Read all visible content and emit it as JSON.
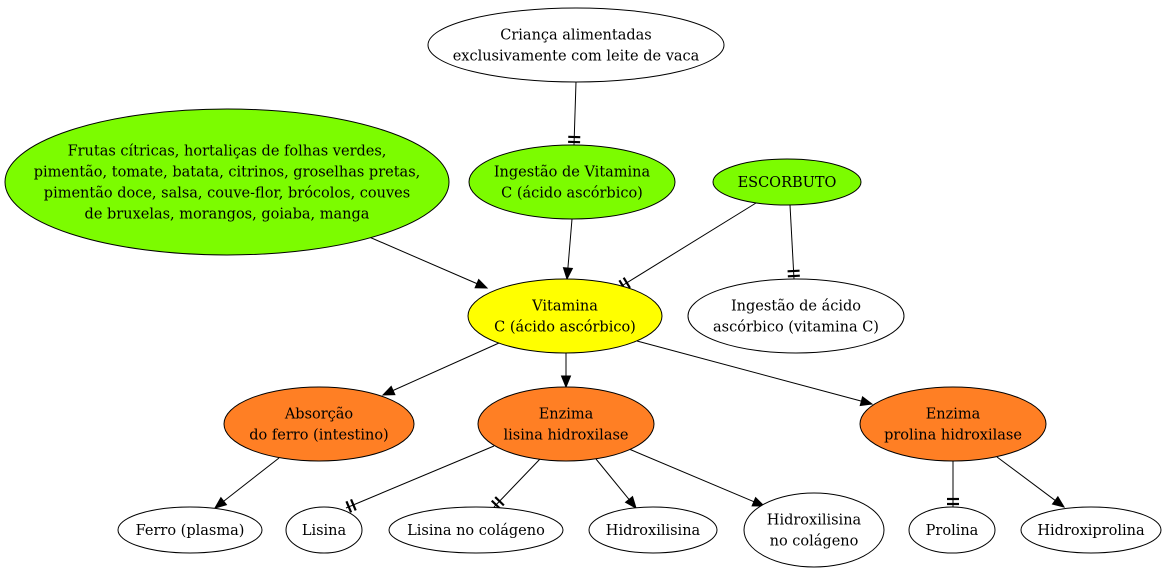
{
  "colors": {
    "green": "#7cfc00",
    "yellow": "#ffff00",
    "orange": "#ff7f24",
    "white": "#ffffff"
  },
  "nodes": {
    "crianca": {
      "lines": [
        "Criança alimentadas",
        "exclusivamente com leite de vaca"
      ],
      "color": "white"
    },
    "frutas": {
      "lines": [
        "Frutas cítricas, hortaliças de folhas verdes,",
        "pimentão, tomate, batata, citrinos, groselhas pretas,",
        "pimentão doce, salsa, couve-flor, brócolos, couves",
        "de bruxelas, morangos, goiaba, manga"
      ],
      "color": "green"
    },
    "ingestao_vitc": {
      "lines": [
        "Ingestão de Vitamina",
        "C (ácido ascórbico)"
      ],
      "color": "green"
    },
    "escorbuto": {
      "lines": [
        "ESCORBUTO"
      ],
      "color": "green"
    },
    "vitamina_c": {
      "lines": [
        "Vitamina",
        "C (ácido ascórbico)"
      ],
      "color": "yellow"
    },
    "ingestao_acido": {
      "lines": [
        "Ingestão de ácido",
        "ascórbico (vitamina C)"
      ],
      "color": "white"
    },
    "absorcao": {
      "lines": [
        "Absorção",
        "do ferro (intestino)"
      ],
      "color": "orange"
    },
    "lisina_hidroxilase": {
      "lines": [
        "Enzima",
        "lisina hidroxilase"
      ],
      "color": "orange"
    },
    "prolina_hidroxilase": {
      "lines": [
        "Enzima",
        "prolina hidroxilase"
      ],
      "color": "orange"
    },
    "ferro": {
      "lines": [
        "Ferro (plasma)"
      ],
      "color": "white"
    },
    "lisina": {
      "lines": [
        "Lisina"
      ],
      "color": "white"
    },
    "lisina_colageno": {
      "lines": [
        "Lisina no colágeno"
      ],
      "color": "white"
    },
    "hidroxilisina": {
      "lines": [
        "Hidroxilisina"
      ],
      "color": "white"
    },
    "hidroxilisina_colageno": {
      "lines": [
        "Hidroxilisina",
        "no colágeno"
      ],
      "color": "white"
    },
    "prolina": {
      "lines": [
        "Prolina"
      ],
      "color": "white"
    },
    "hidroxiprolina": {
      "lines": [
        "Hidroxiprolina"
      ],
      "color": "white"
    }
  },
  "edges": [
    {
      "from": "crianca",
      "to": "ingestao_vitc",
      "type": "tee"
    },
    {
      "from": "frutas",
      "to": "vitamina_c",
      "type": "arrow"
    },
    {
      "from": "ingestao_vitc",
      "to": "vitamina_c",
      "type": "arrow"
    },
    {
      "from": "escorbuto",
      "to": "vitamina_c",
      "type": "tee"
    },
    {
      "from": "escorbuto",
      "to": "ingestao_acido",
      "type": "tee"
    },
    {
      "from": "vitamina_c",
      "to": "absorcao",
      "type": "arrow"
    },
    {
      "from": "vitamina_c",
      "to": "lisina_hidroxilase",
      "type": "arrow"
    },
    {
      "from": "vitamina_c",
      "to": "prolina_hidroxilase",
      "type": "arrow"
    },
    {
      "from": "absorcao",
      "to": "ferro",
      "type": "arrow"
    },
    {
      "from": "lisina_hidroxilase",
      "to": "lisina",
      "type": "tee"
    },
    {
      "from": "lisina_hidroxilase",
      "to": "lisina_colageno",
      "type": "tee"
    },
    {
      "from": "lisina_hidroxilase",
      "to": "hidroxilisina",
      "type": "arrow"
    },
    {
      "from": "lisina_hidroxilase",
      "to": "hidroxilisina_colageno",
      "type": "arrow"
    },
    {
      "from": "prolina_hidroxilase",
      "to": "prolina",
      "type": "tee"
    },
    {
      "from": "prolina_hidroxilase",
      "to": "hidroxiprolina",
      "type": "arrow"
    }
  ]
}
